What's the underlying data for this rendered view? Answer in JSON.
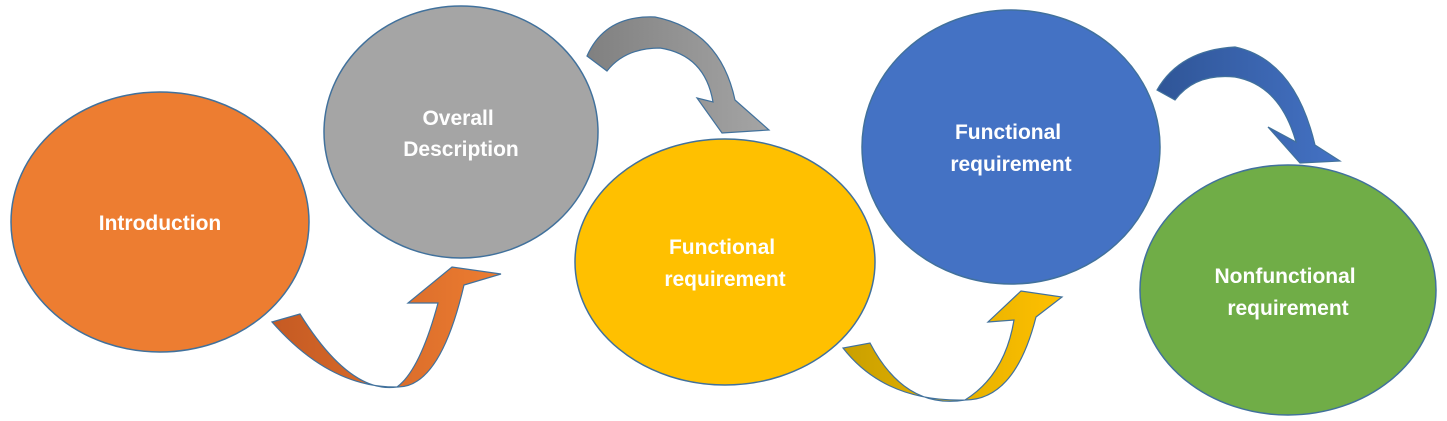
{
  "diagram": {
    "nodes": [
      {
        "id": "introduction",
        "lines": [
          "Introduction"
        ],
        "color": "#ED7D31"
      },
      {
        "id": "overall-description",
        "lines": [
          "Overall",
          "Description"
        ],
        "color": "#A5A5A5"
      },
      {
        "id": "functional-requirement-1",
        "lines": [
          "Functional",
          "requirement"
        ],
        "color": "#FFC000"
      },
      {
        "id": "functional-requirement-2",
        "lines": [
          "Functional",
          "requirement"
        ],
        "color": "#4472C4"
      },
      {
        "id": "nonfunctional-requirement",
        "lines": [
          "Nonfunctional",
          "requirement"
        ],
        "color": "#70AD47"
      }
    ],
    "arrows": [
      {
        "from": "introduction",
        "to": "overall-description",
        "color": "#ED7D31",
        "shade": "#C55A23"
      },
      {
        "from": "overall-description",
        "to": "functional-requirement-1",
        "color": "#A5A5A5",
        "shade": "#808080"
      },
      {
        "from": "functional-requirement-1",
        "to": "functional-requirement-2",
        "color": "#FFC000",
        "shade": "#C9A000"
      },
      {
        "from": "functional-requirement-2",
        "to": "nonfunctional-requirement",
        "color": "#4472C4",
        "shade": "#2F5597"
      }
    ],
    "stroke_color": "#41719C"
  }
}
